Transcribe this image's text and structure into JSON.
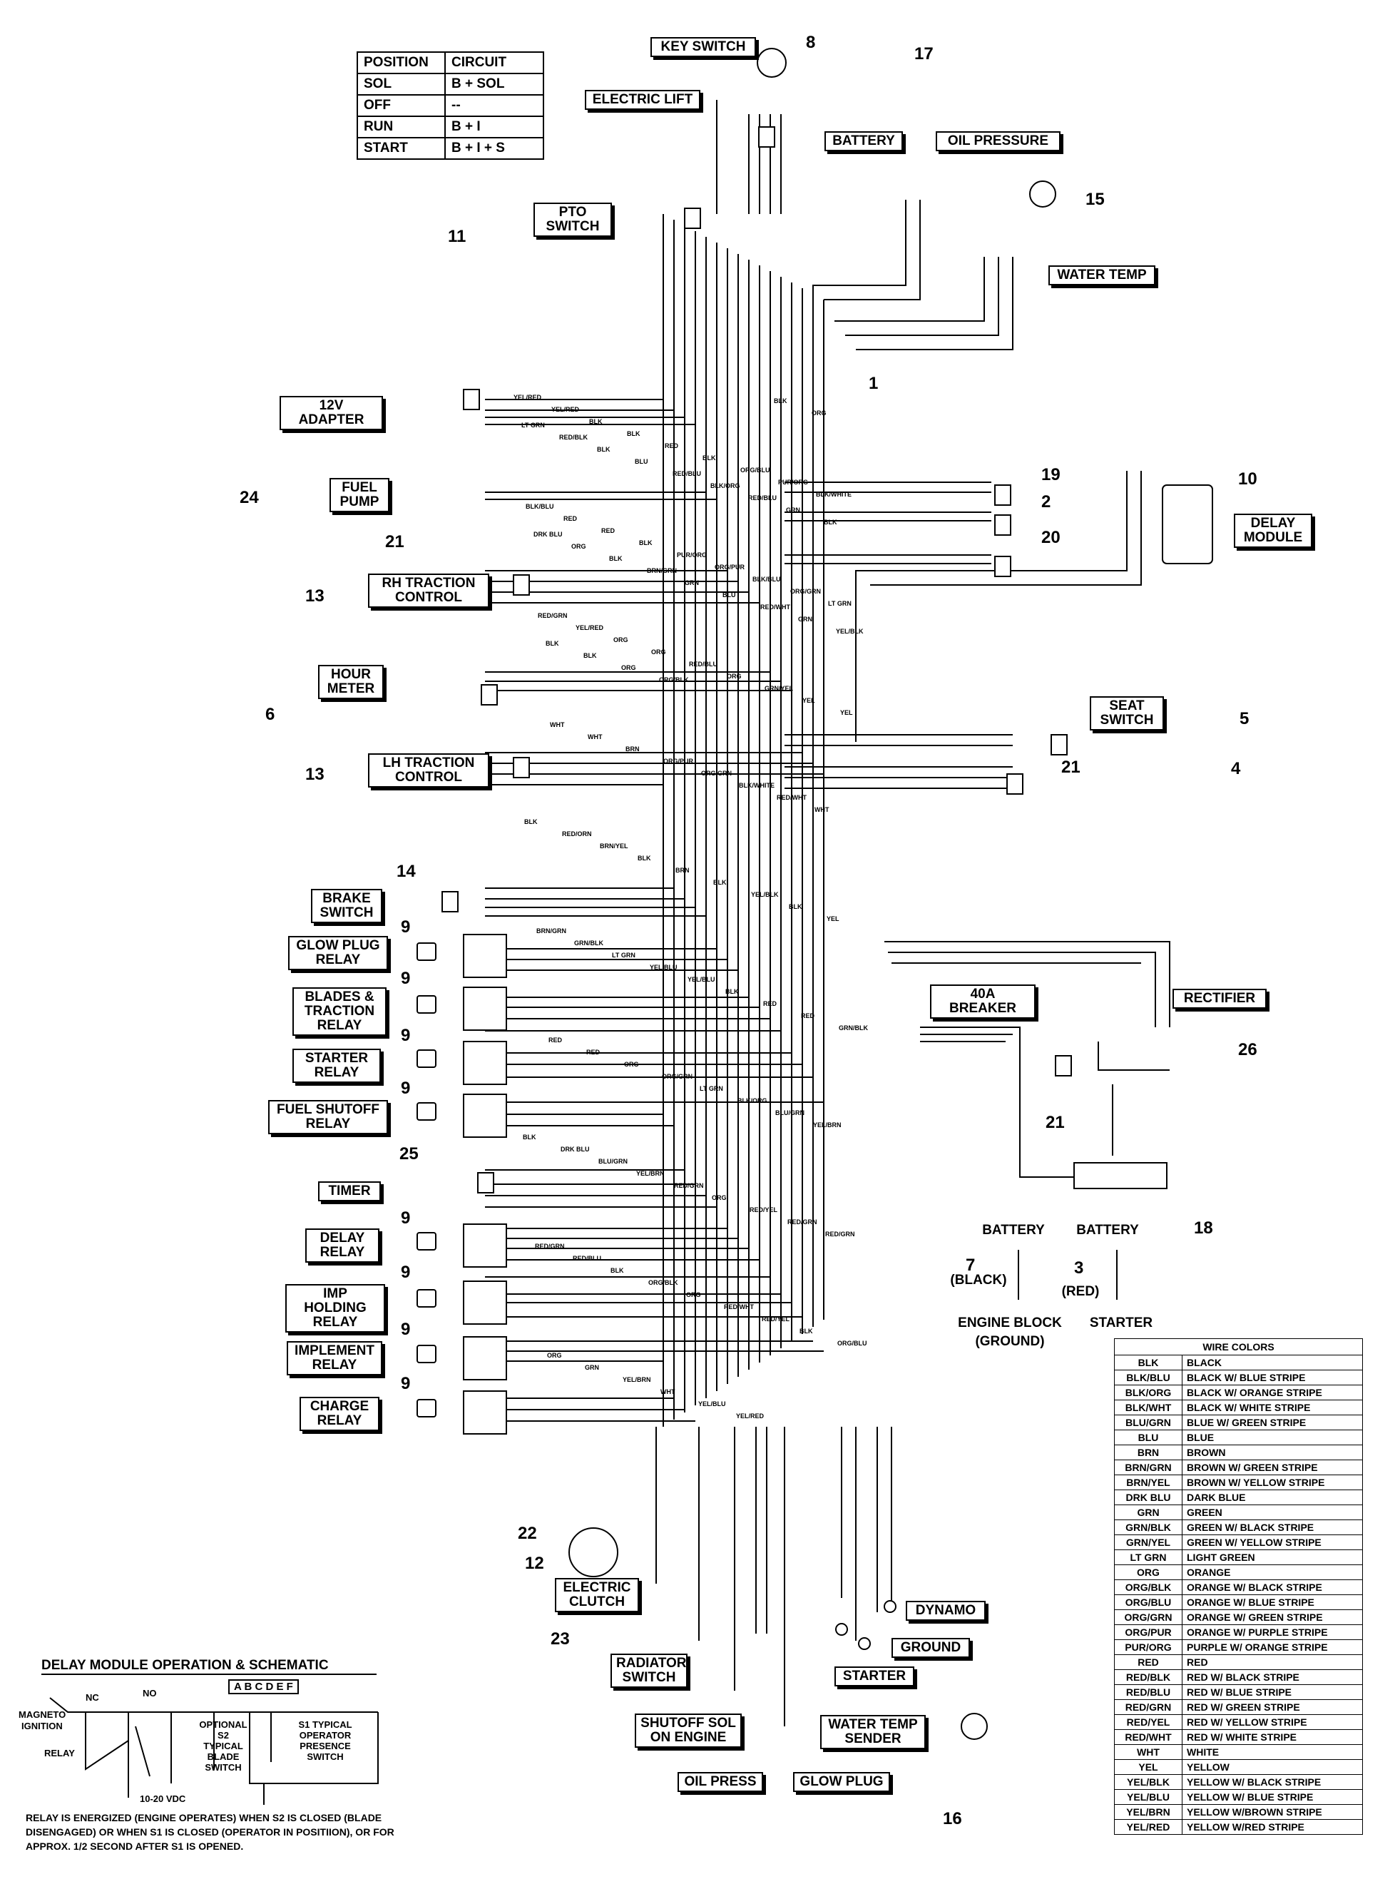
{
  "position_table": {
    "headers": [
      "POSITION",
      "CIRCUIT"
    ],
    "rows": [
      [
        "SOL",
        "B + SOL"
      ],
      [
        "OFF",
        "--"
      ],
      [
        "RUN",
        "B + I"
      ],
      [
        "START",
        "B + I + S"
      ]
    ]
  },
  "components": {
    "key_switch": {
      "label": "KEY SWITCH",
      "num": "8"
    },
    "electric_lift": {
      "label": "ELECTRIC LIFT"
    },
    "battery_top": {
      "label": "BATTERY"
    },
    "oil_pressure": {
      "label": "OIL PRESSURE"
    },
    "n17": "17",
    "n15": "15",
    "pto_switch": {
      "label1": "PTO",
      "label2": "SWITCH",
      "num": "11"
    },
    "water_temp": {
      "label": "WATER TEMP"
    },
    "adapter": {
      "label": "12V ADAPTER"
    },
    "harness": {
      "num": "1"
    },
    "fuel_pump": {
      "label1": "FUEL",
      "label2": "PUMP",
      "num": "24",
      "num2": "21"
    },
    "n19": "19",
    "n2": "2",
    "n20": "20",
    "delay_module": {
      "label1": "DELAY",
      "label2": "MODULE",
      "num": "10"
    },
    "rh_traction": {
      "label1": "RH TRACTION",
      "label2": "CONTROL",
      "num": "13"
    },
    "hour_meter": {
      "label1": "HOUR",
      "label2": "METER",
      "num": "6"
    },
    "seat_switch": {
      "label1": "SEAT",
      "label2": "SWITCH",
      "num5": "5",
      "num4": "4",
      "num21": "21"
    },
    "lh_traction": {
      "label1": "LH TRACTION",
      "label2": "CONTROL",
      "num": "13"
    },
    "brake_switch": {
      "label1": "BRAKE",
      "label2": "SWITCH",
      "num": "14"
    },
    "glow_plug_relay": {
      "label1": "GLOW PLUG",
      "label2": "RELAY",
      "num": "9"
    },
    "blades_relay": {
      "label1": "BLADES &",
      "label2": "TRACTION",
      "label3": "RELAY",
      "num": "9"
    },
    "starter_relay": {
      "label1": "STARTER",
      "label2": "RELAY",
      "num": "9"
    },
    "fuel_shutoff_relay": {
      "label1": "FUEL SHUTOFF",
      "label2": "RELAY",
      "num": "9"
    },
    "timer": {
      "label": "TIMER",
      "num": "25"
    },
    "delay_relay": {
      "label1": "DELAY",
      "label2": "RELAY",
      "num": "9"
    },
    "imp_holding_relay": {
      "label1": "IMP HOLDING",
      "label2": "RELAY",
      "num": "9"
    },
    "implement_relay": {
      "label1": "IMPLEMENT",
      "label2": "RELAY",
      "num": "9"
    },
    "charge_relay": {
      "label1": "CHARGE",
      "label2": "RELAY",
      "num": "9"
    },
    "breaker": {
      "label": "40A BREAKER"
    },
    "rectifier": {
      "label": "RECTIFIER",
      "num": "26",
      "num21": "21"
    },
    "n18": "18",
    "battery_black": {
      "label": "BATTERY",
      "num": "7",
      "color": "(BLACK)",
      "dest1": "ENGINE BLOCK",
      "dest2": "(GROUND)"
    },
    "battery_red": {
      "label": "BATTERY",
      "num": "3",
      "color": "(RED)",
      "dest": "STARTER"
    },
    "electric_clutch": {
      "label1": "ELECTRIC",
      "label2": "CLUTCH",
      "num22": "22",
      "num12": "12"
    },
    "radiator_switch": {
      "label1": "RADIATOR",
      "label2": "SWITCH",
      "num": "23"
    },
    "shutoff_sol": {
      "label1": "SHUTOFF SOL",
      "label2": "ON ENGINE"
    },
    "oil_press": {
      "label": "OIL PRESS"
    },
    "glow_plug": {
      "label": "GLOW PLUG"
    },
    "water_temp_sender": {
      "label1": "WATER TEMP",
      "label2": "SENDER"
    },
    "dynamo": {
      "label": "DYNAMO"
    },
    "ground": {
      "label": "GROUND"
    },
    "starter": {
      "label": "STARTER"
    },
    "n16": "16"
  },
  "wire_labels": [
    "YEL/RED",
    "YEL/RED",
    "BLK",
    "BLK",
    "RED",
    "BLK",
    "ORG/BLU",
    "PUR/ORG",
    "BLK/WHITE",
    "BLK/BLU",
    "RED",
    "RED",
    "BLK",
    "PUR/ORG",
    "ORG/PUR",
    "BLK/BLU",
    "ORG/GRN",
    "LT GRN",
    "RED/GRN",
    "YEL/RED",
    "ORG",
    "ORG",
    "RED/BLU",
    "ORG",
    "GRN/YEL",
    "YEL",
    "YEL",
    "WHT",
    "WHT",
    "BRN",
    "ORG/PUR",
    "ORG/GRN",
    "BLK/WHITE",
    "RED/WHT",
    "WHT",
    "BLK",
    "RED/ORN",
    "BRN/YEL",
    "BLK",
    "BRN",
    "BLK",
    "YEL/BLK",
    "BLK",
    "YEL",
    "BRN/GRN",
    "GRN/BLK",
    "LT GRN",
    "YEL/BLU",
    "YEL/BLU",
    "BLK",
    "RED",
    "RED",
    "GRN/BLK",
    "RED",
    "RED",
    "ORG",
    "ORG/GRN",
    "LT GRN",
    "BLK/ORG",
    "BLU/GRN",
    "YEL/BRN",
    "BLK",
    "DRK BLU",
    "BLU/GRN",
    "YEL/BRN",
    "RED/GRN",
    "ORG",
    "RED/YEL",
    "RED/GRN",
    "RED/GRN",
    "RED/GRN",
    "RED/BLU",
    "BLK",
    "ORG/BLK",
    "ORG",
    "RED/WHT",
    "RED/YEL",
    "BLK",
    "ORG/BLU",
    "ORG",
    "GRN",
    "YEL/BRN",
    "WHT",
    "YEL/BLU",
    "YEL/RED",
    "BLK",
    "ORG",
    "LT GRN",
    "RED/BLK",
    "BLK",
    "BLU",
    "RED/BLU",
    "BLK/ORG",
    "RED/BLU",
    "GRN",
    "BLK",
    "DRK BLU",
    "ORG",
    "BLK",
    "BRN/GRN",
    "GRN",
    "BLU",
    "RED/WHT",
    "GRN",
    "YEL/BLK",
    "BLK",
    "BLK",
    "ORG",
    "ORG/BLK"
  ],
  "schematic": {
    "title": "DELAY MODULE OPERATION & SCHEMATIC",
    "pins": "A B C D E F",
    "nc": "NC",
    "no": "NO",
    "magneto": "MAGNETO",
    "ignition": "IGNITION",
    "relay": "RELAY",
    "s2_1": "OPTIONAL",
    "s2_2": "S2 TYPICAL",
    "s2_3": "BLADE",
    "s2_4": "SWITCH",
    "s1_1": "S1 TYPICAL",
    "s1_2": "OPERATOR",
    "s1_3": "PRESENCE",
    "s1_4": "SWITCH",
    "vdc": "10-20 VDC",
    "note": "RELAY IS ENERGIZED (ENGINE OPERATES) WHEN S2 IS CLOSED (BLADE DISENGAGED) OR WHEN S1 IS CLOSED (OPERATOR IN POSITIION), OR FOR APPROX. 1/2 SECOND AFTER S1 IS OPENED."
  },
  "wire_colors": {
    "title": "WIRE COLORS",
    "rows": [
      [
        "BLK",
        "BLACK"
      ],
      [
        "BLK/BLU",
        "BLACK W/ BLUE STRIPE"
      ],
      [
        "BLK/ORG",
        "BLACK W/ ORANGE STRIPE"
      ],
      [
        "BLK/WHT",
        "BLACK W/ WHITE STRIPE"
      ],
      [
        "BLU/GRN",
        "BLUE W/ GREEN STRIPE"
      ],
      [
        "BLU",
        "BLUE"
      ],
      [
        "BRN",
        "BROWN"
      ],
      [
        "BRN/GRN",
        "BROWN W/ GREEN STRIPE"
      ],
      [
        "BRN/YEL",
        "BROWN W/ YELLOW STRIPE"
      ],
      [
        "DRK BLU",
        "DARK BLUE"
      ],
      [
        "GRN",
        "GREEN"
      ],
      [
        "GRN/BLK",
        "GREEN W/ BLACK STRIPE"
      ],
      [
        "GRN/YEL",
        "GREEN W/ YELLOW STRIPE"
      ],
      [
        "LT GRN",
        "LIGHT GREEN"
      ],
      [
        "ORG",
        "ORANGE"
      ],
      [
        "ORG/BLK",
        "ORANGE W/ BLACK STRIPE"
      ],
      [
        "ORG/BLU",
        "ORANGE W/ BLUE STRIPE"
      ],
      [
        "ORG/GRN",
        "ORANGE W/ GREEN STRIPE"
      ],
      [
        "ORG/PUR",
        "ORANGE W/ PURPLE STRIPE"
      ],
      [
        "PUR/ORG",
        "PURPLE W/ ORANGE STRIPE"
      ],
      [
        "RED",
        "RED"
      ],
      [
        "RED/BLK",
        "RED W/ BLACK STRIPE"
      ],
      [
        "RED/BLU",
        "RED W/ BLUE STRIPE"
      ],
      [
        "RED/GRN",
        "RED W/ GREEN STRIPE"
      ],
      [
        "RED/YEL",
        "RED W/ YELLOW STRIPE"
      ],
      [
        "RED/WHT",
        "RED W/ WHITE STRIPE"
      ],
      [
        "WHT",
        "WHITE"
      ],
      [
        "YEL",
        "YELLOW"
      ],
      [
        "YEL/BLK",
        "YELLOW W/ BLACK STRIPE"
      ],
      [
        "YEL/BLU",
        "YELLOW W/ BLUE STRIPE"
      ],
      [
        "YEL/BRN",
        "YELLOW W/BROWN STRIPE"
      ],
      [
        "YEL/RED",
        "YELLOW W/RED STRIPE"
      ]
    ]
  }
}
